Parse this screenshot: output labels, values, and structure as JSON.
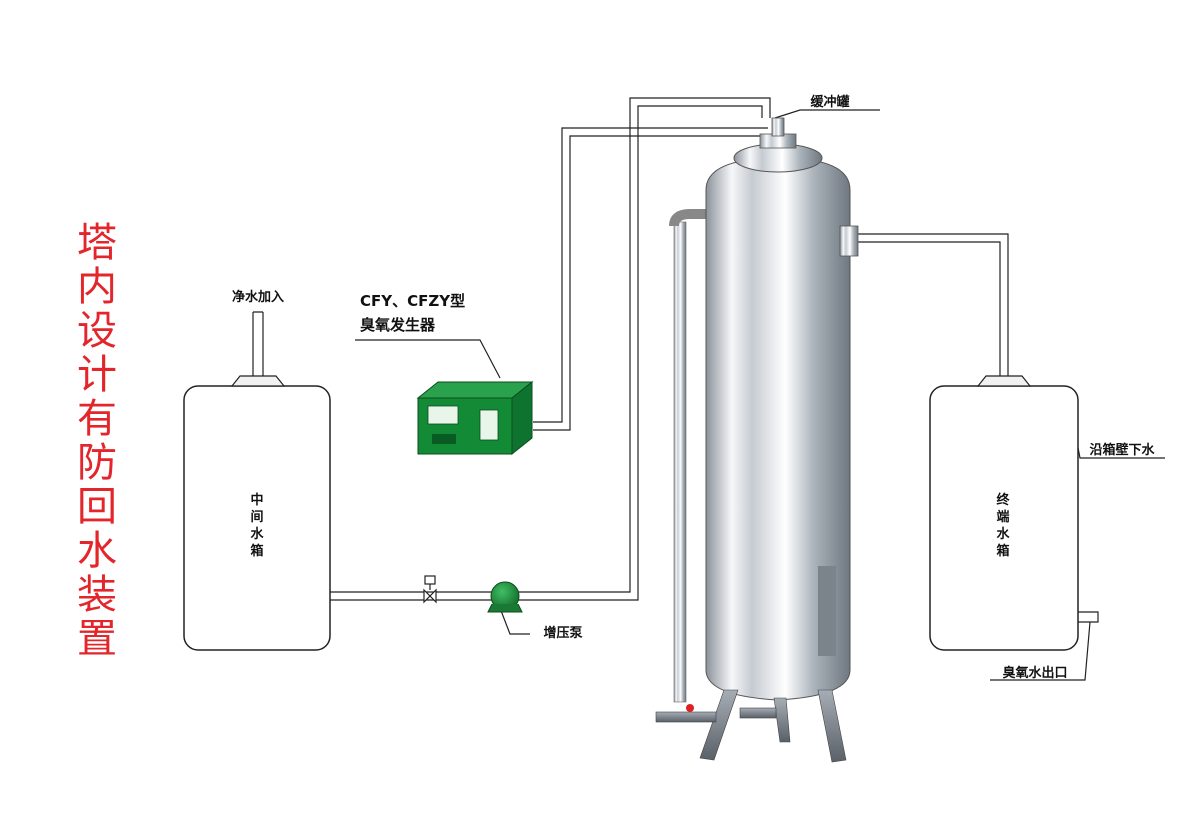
{
  "title_chars": [
    "塔",
    "内",
    "设",
    "计",
    "有",
    "防",
    "回",
    "水",
    "装",
    "置"
  ],
  "labels": {
    "clean_water_in": "净水加入",
    "middle_tank": [
      "中",
      "间",
      "水",
      "箱"
    ],
    "generator_line1": "CFY、CFZY型",
    "generator_line2": "臭氧发生器",
    "buffer_tank": "缓冲罐",
    "booster_pump": "增压泵",
    "down_wall": "沿箱壁下水",
    "end_tank": [
      "终",
      "端",
      "水",
      "箱"
    ],
    "ozone_outlet": "臭氧水出口"
  },
  "colors": {
    "title": "#e3262b",
    "pipe": "#222222",
    "pump": "#1f8f3a",
    "generator": "#138a35",
    "steel_light": "#f4f6f8",
    "steel_dark": "#7f8790"
  }
}
